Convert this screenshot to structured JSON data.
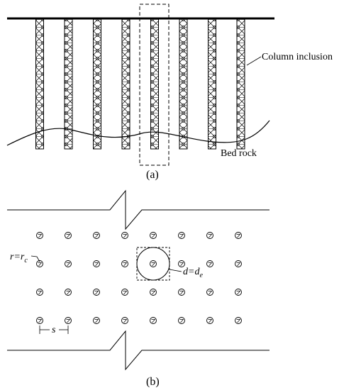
{
  "panel_a": {
    "caption": "(a)",
    "column_label": "Column inclusion",
    "bedrock_label": "Bed rock",
    "column_count": 8
  },
  "panel_b": {
    "caption": "(b)",
    "radius_label": "r=r",
    "radius_sub": "c",
    "diameter_label": "d=d",
    "diameter_sub": "e",
    "spacing_label": "s",
    "grid": {
      "rows": 4,
      "cols": 8
    }
  },
  "colors": {
    "ink": "#000000",
    "background": "#ffffff"
  }
}
